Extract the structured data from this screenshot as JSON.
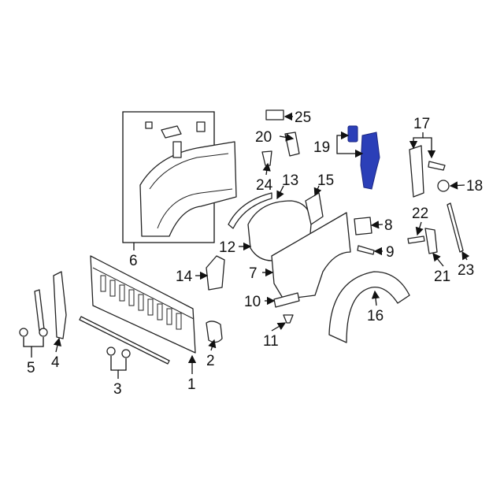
{
  "diagram": {
    "highlight_color": "#2b3fb8",
    "labels": {
      "1": "1",
      "2": "2",
      "3": "3",
      "4": "4",
      "5": "5",
      "6": "6",
      "7": "7",
      "8": "8",
      "9": "9",
      "10": "10",
      "11": "11",
      "12": "12",
      "13": "13",
      "14": "14",
      "15": "15",
      "16": "16",
      "17": "17",
      "18": "18",
      "19": "19",
      "20": "20",
      "21": "21",
      "22": "22",
      "23": "23",
      "24": "24",
      "25": "25"
    }
  }
}
